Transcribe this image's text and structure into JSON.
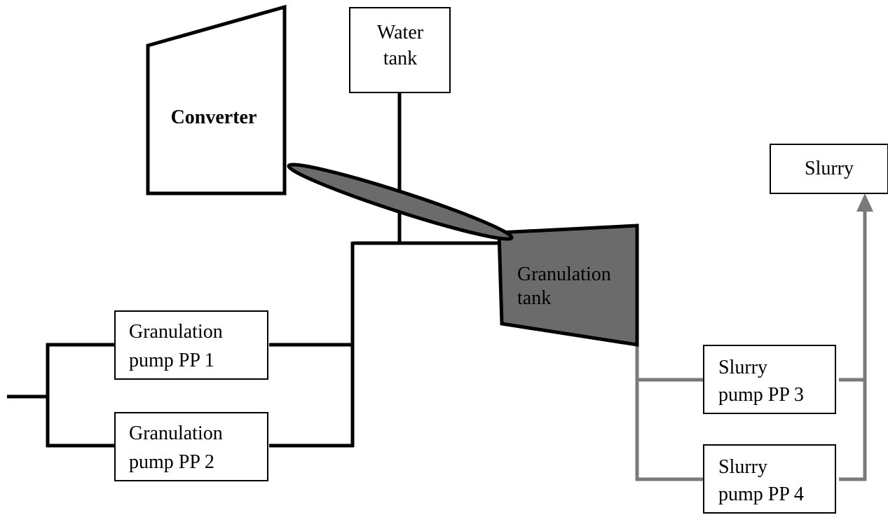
{
  "colors": {
    "line_dark": "#000000",
    "line_gray": "#7a7a7a",
    "fill_gray": "#6b6b6b",
    "box_fill": "#ffffff"
  },
  "converter": {
    "label": "Converter"
  },
  "water_tank": {
    "line1": "Water",
    "line2": "tank"
  },
  "granulation_tank": {
    "line1": "Granulation",
    "line2": "tank"
  },
  "slurry": {
    "label": "Slurry"
  },
  "granulation_pumps": [
    {
      "line1": "Granulation",
      "line2": "pump PP 1"
    },
    {
      "line1": "Granulation",
      "line2": "pump PP 2"
    }
  ],
  "slurry_pumps": [
    {
      "line1": "Slurry",
      "line2": "pump PP 3"
    },
    {
      "line1": "Slurry",
      "line2": "pump PP 4"
    }
  ]
}
